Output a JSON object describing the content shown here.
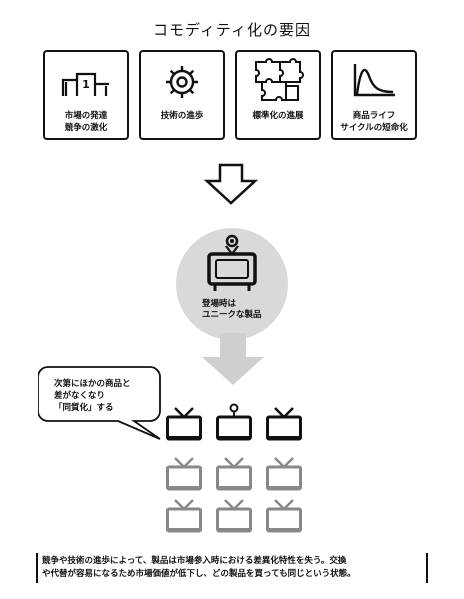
{
  "title": "コモディティ化の要因",
  "factors": [
    {
      "icon": "podium-icon",
      "lines": [
        "市場の発達",
        "競争の激化"
      ]
    },
    {
      "icon": "gear-icon",
      "lines": [
        "技術の進歩"
      ]
    },
    {
      "icon": "puzzle-icon",
      "lines": [
        "標準化の進展"
      ]
    },
    {
      "icon": "lifecycle-curve-icon",
      "lines": [
        "商品ライフ",
        "サイクルの短命化"
      ]
    }
  ],
  "circle_lines": [
    "登場時は",
    "ユニークな製品"
  ],
  "bubble_lines": [
    "次第にほかの商品と",
    "差がなくなり",
    "「同質化」する"
  ],
  "footer_lines": [
    "競争や技術の進歩によって、製品は市場参入時における差異化特性を失う。交換",
    "や代替が容易になるため市場価値が低下し、どの製品を買っても同じという状態。"
  ],
  "colors": {
    "ink": "#111111",
    "muted": "#8a8a8a",
    "circle": "#d9d9d9",
    "arrow": "#cfcfcf"
  }
}
